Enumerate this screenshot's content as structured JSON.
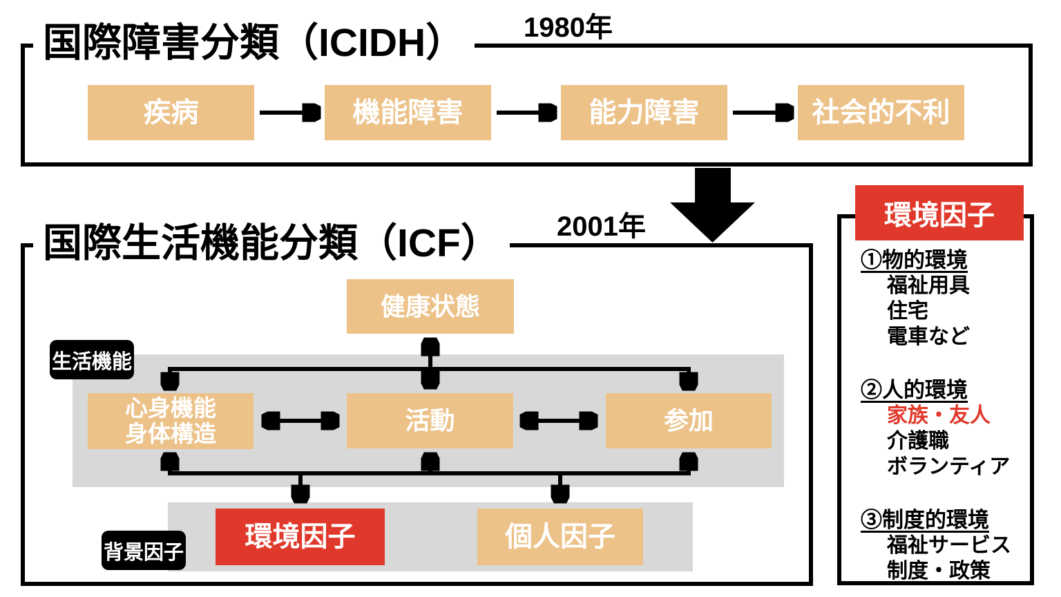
{
  "icidh": {
    "title": "国際障害分類（ICIDH）",
    "year": "1980年",
    "boxes": [
      "疾病",
      "機能障害",
      "能力障害",
      "社会的不利"
    ]
  },
  "icf": {
    "title": "国際生活機能分類（ICF）",
    "year": "2001年",
    "health_box": "健康状態",
    "functioning_label": "生活機能",
    "background_label": "背景因子",
    "body_box_line1": "心身機能",
    "body_box_line2": "身体構造",
    "activity_box": "活動",
    "participation_box": "参加",
    "environment_box": "環境因子",
    "personal_box": "個人因子"
  },
  "sidebar": {
    "title": "環境因子",
    "groups": [
      {
        "heading": "①物的環境",
        "items": [
          "福祉用具",
          "住宅",
          "電車など"
        ]
      },
      {
        "heading": "②人的環境",
        "items": [
          "家族・友人",
          "介護職",
          "ボランティア"
        ]
      },
      {
        "heading": "③制度的環境",
        "items": [
          "福祉サービス",
          "制度・政策"
        ]
      }
    ]
  },
  "colors": {
    "tan": "#ecc289",
    "red": "#e0392b",
    "gray": "#d8d8d8",
    "black": "#000000",
    "highlight_text": "#e0392b"
  }
}
